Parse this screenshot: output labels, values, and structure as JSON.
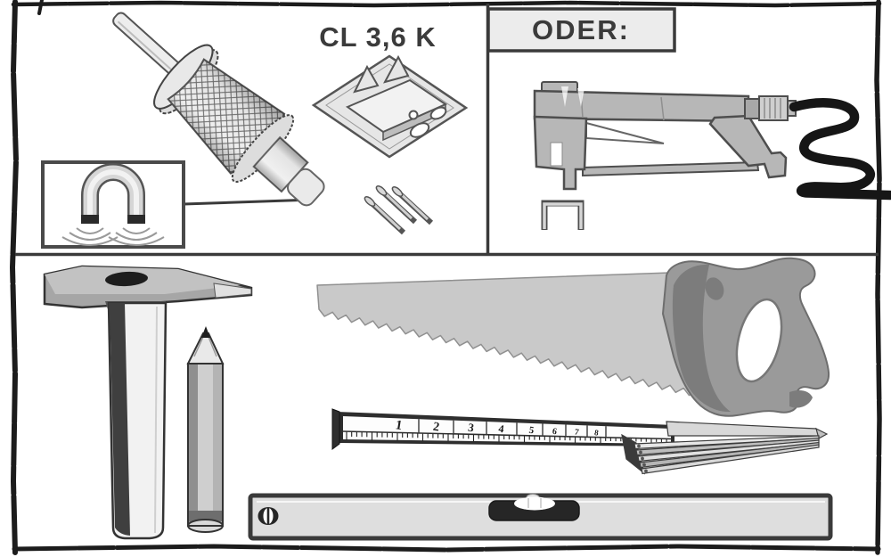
{
  "labels": {
    "clip_model": "CL 3,6 K",
    "alternative": "ODER:"
  },
  "folding_rule": {
    "numbers": [
      "1",
      "2",
      "3",
      "4",
      "5",
      "6",
      "7",
      "8"
    ]
  },
  "illustrations": {
    "top_left_panel": [
      "magnetic-nail-setter",
      "horseshoe-magnet-inset",
      "panel-clip",
      "nails"
    ],
    "top_right_panel": [
      "pneumatic-staple-gun",
      "air-hose",
      "staple"
    ],
    "bottom_panel": [
      "hammer",
      "pencil",
      "handsaw",
      "folding-rule",
      "spirit-level"
    ]
  },
  "colors": {
    "page_bg": "#ffffff",
    "frame": "#1c1c1c",
    "divider": "#3a3a3a",
    "label_text": "#3b3b3b",
    "tool_gray": "#b7b7b7",
    "tool_outline": "#4e4e4e",
    "saw_blade": "#c9c9c9",
    "saw_handle": "#9a9a9a",
    "hose_black": "#161616",
    "level_body": "#dedede",
    "vial_black": "#262626"
  }
}
